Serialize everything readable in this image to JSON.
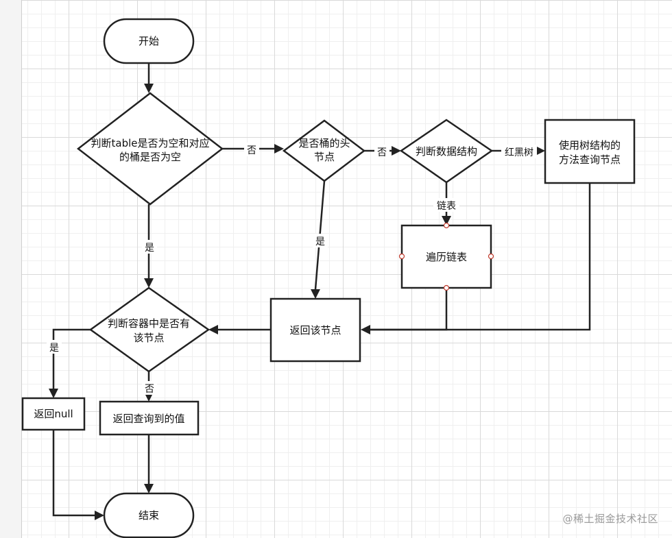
{
  "nodes": {
    "start": "开始",
    "check_table": [
      "判断table是否为空和对应",
      "的桶是否为空"
    ],
    "check_head": [
      "是否桶的头",
      "节点"
    ],
    "check_structure": "判断数据结构",
    "tree_search": [
      "使用树结构的",
      "方法查询节点"
    ],
    "traverse_list": "遍历链表",
    "return_node": "返回该节点",
    "check_container": [
      "判断容器中是否有",
      "该节点"
    ],
    "return_null": "返回null",
    "return_value": "返回查询到的值",
    "end": "结束"
  },
  "edge_labels": {
    "table_no": "否",
    "head_no": "否",
    "red_black_tree": "红黑树",
    "linked_list": "链表",
    "table_yes": "是",
    "head_yes": "是",
    "container_yes": "是",
    "container_no": "否"
  },
  "watermark": "@稀土掘金技术社区"
}
